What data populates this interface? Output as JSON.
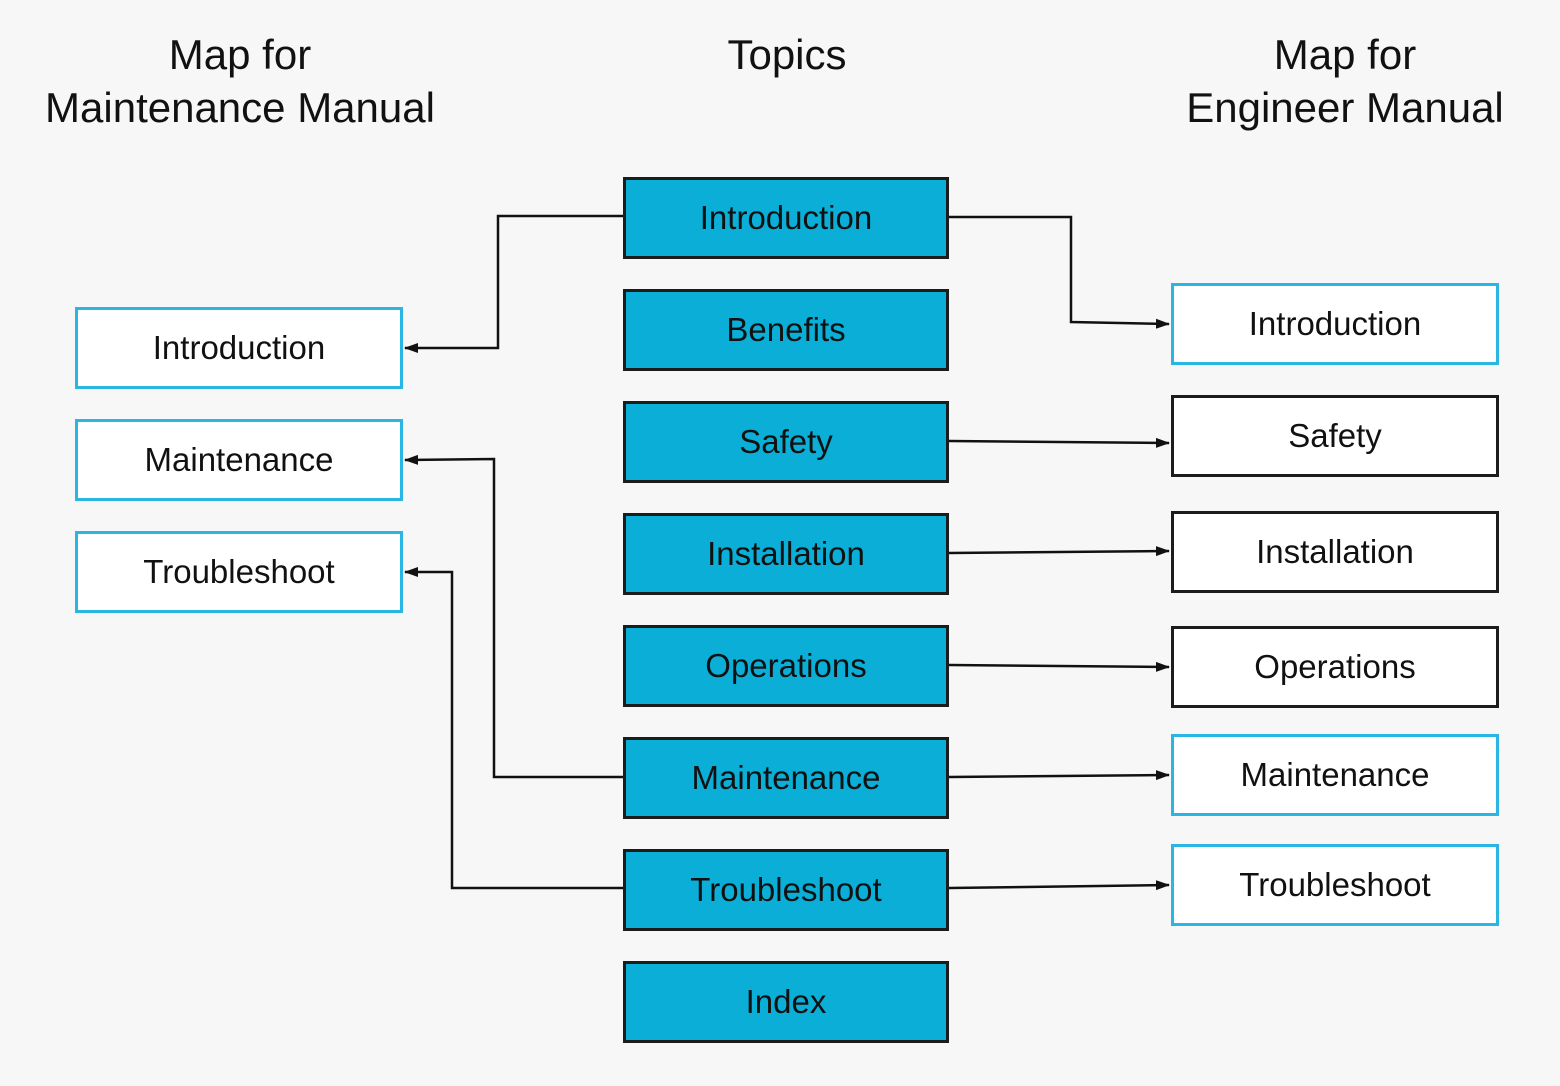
{
  "headings": {
    "left": [
      "Map for",
      "Maintenance Manual"
    ],
    "center": "Topics",
    "right": [
      "Map for",
      "Engineer Manual"
    ]
  },
  "topics": [
    "Introduction",
    "Benefits",
    "Safety",
    "Installation",
    "Operations",
    "Maintenance",
    "Troubleshoot",
    "Index"
  ],
  "maintenance_map": [
    "Introduction",
    "Maintenance",
    "Troubleshoot"
  ],
  "engineer_map": [
    "Introduction",
    "Safety",
    "Installation",
    "Operations",
    "Maintenance",
    "Troubleshoot"
  ],
  "colors": {
    "topic_fill": "#0aaed6",
    "map_border_shared": "#29b6e3",
    "map_border_engineer_only": "#1c1c1c",
    "connector": "#111111",
    "background": "#f7f7f7"
  }
}
